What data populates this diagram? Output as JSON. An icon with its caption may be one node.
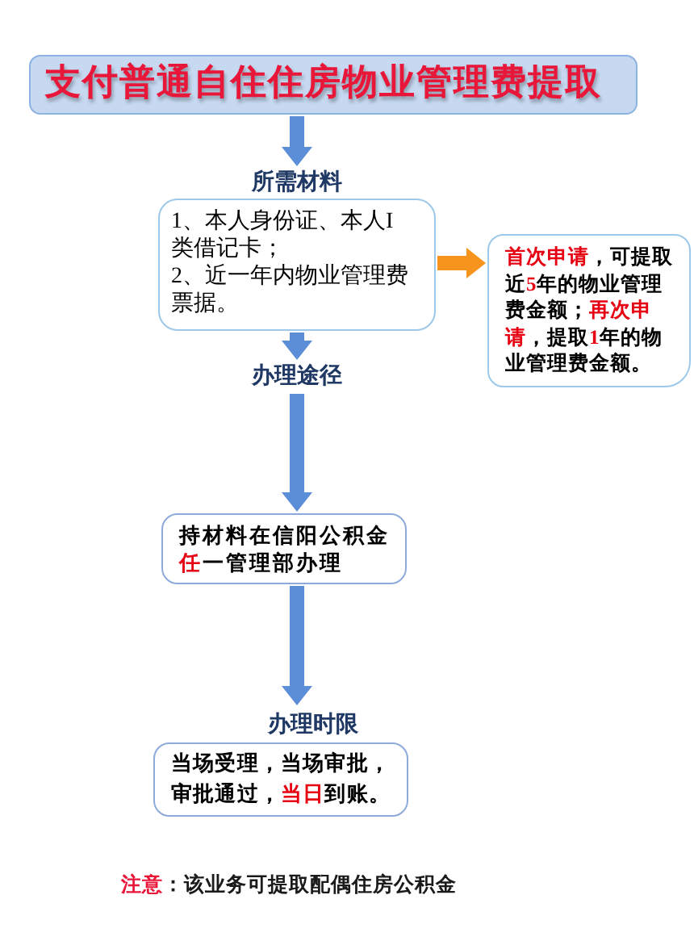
{
  "diagram": {
    "nodes": [
      {
        "text": [
          "支付普通自住住房物业管理费提取"
        ]
      },
      {
        "text": [
          "所需材料",
          "1、本人身份证、本人I类借记卡；",
          "2、近一年内物业管理费票据。"
        ]
      },
      {
        "text": [
          "**首次申请**，可提取近**5**年的物业管理费金额；**再次申请**，提取**1**年的物业管理费金额。"
        ]
      },
      {
        "text": [
          "办理途径"
        ]
      },
      {
        "text": [
          "持材料在信阳公积金**任**一管理部办理"
        ]
      },
      {
        "text": [
          "办理时限",
          "当场受理，当场审批，审批通过，**当日**到账。"
        ]
      }
    ],
    "edges": [
      {
        "from": 0,
        "to": 1,
        "arrow": "to"
      },
      {
        "from": 1,
        "to": 2,
        "arrow": "to",
        "color": "#f7941d"
      },
      {
        "from": 1,
        "to": 3,
        "arrow": "to"
      },
      {
        "from": 3,
        "to": 4,
        "arrow": "to"
      },
      {
        "from": 4,
        "to": 5,
        "arrow": "to"
      }
    ],
    "labels": [
      "**注意**：该业务可提取配偶住房公积金"
    ]
  }
}
